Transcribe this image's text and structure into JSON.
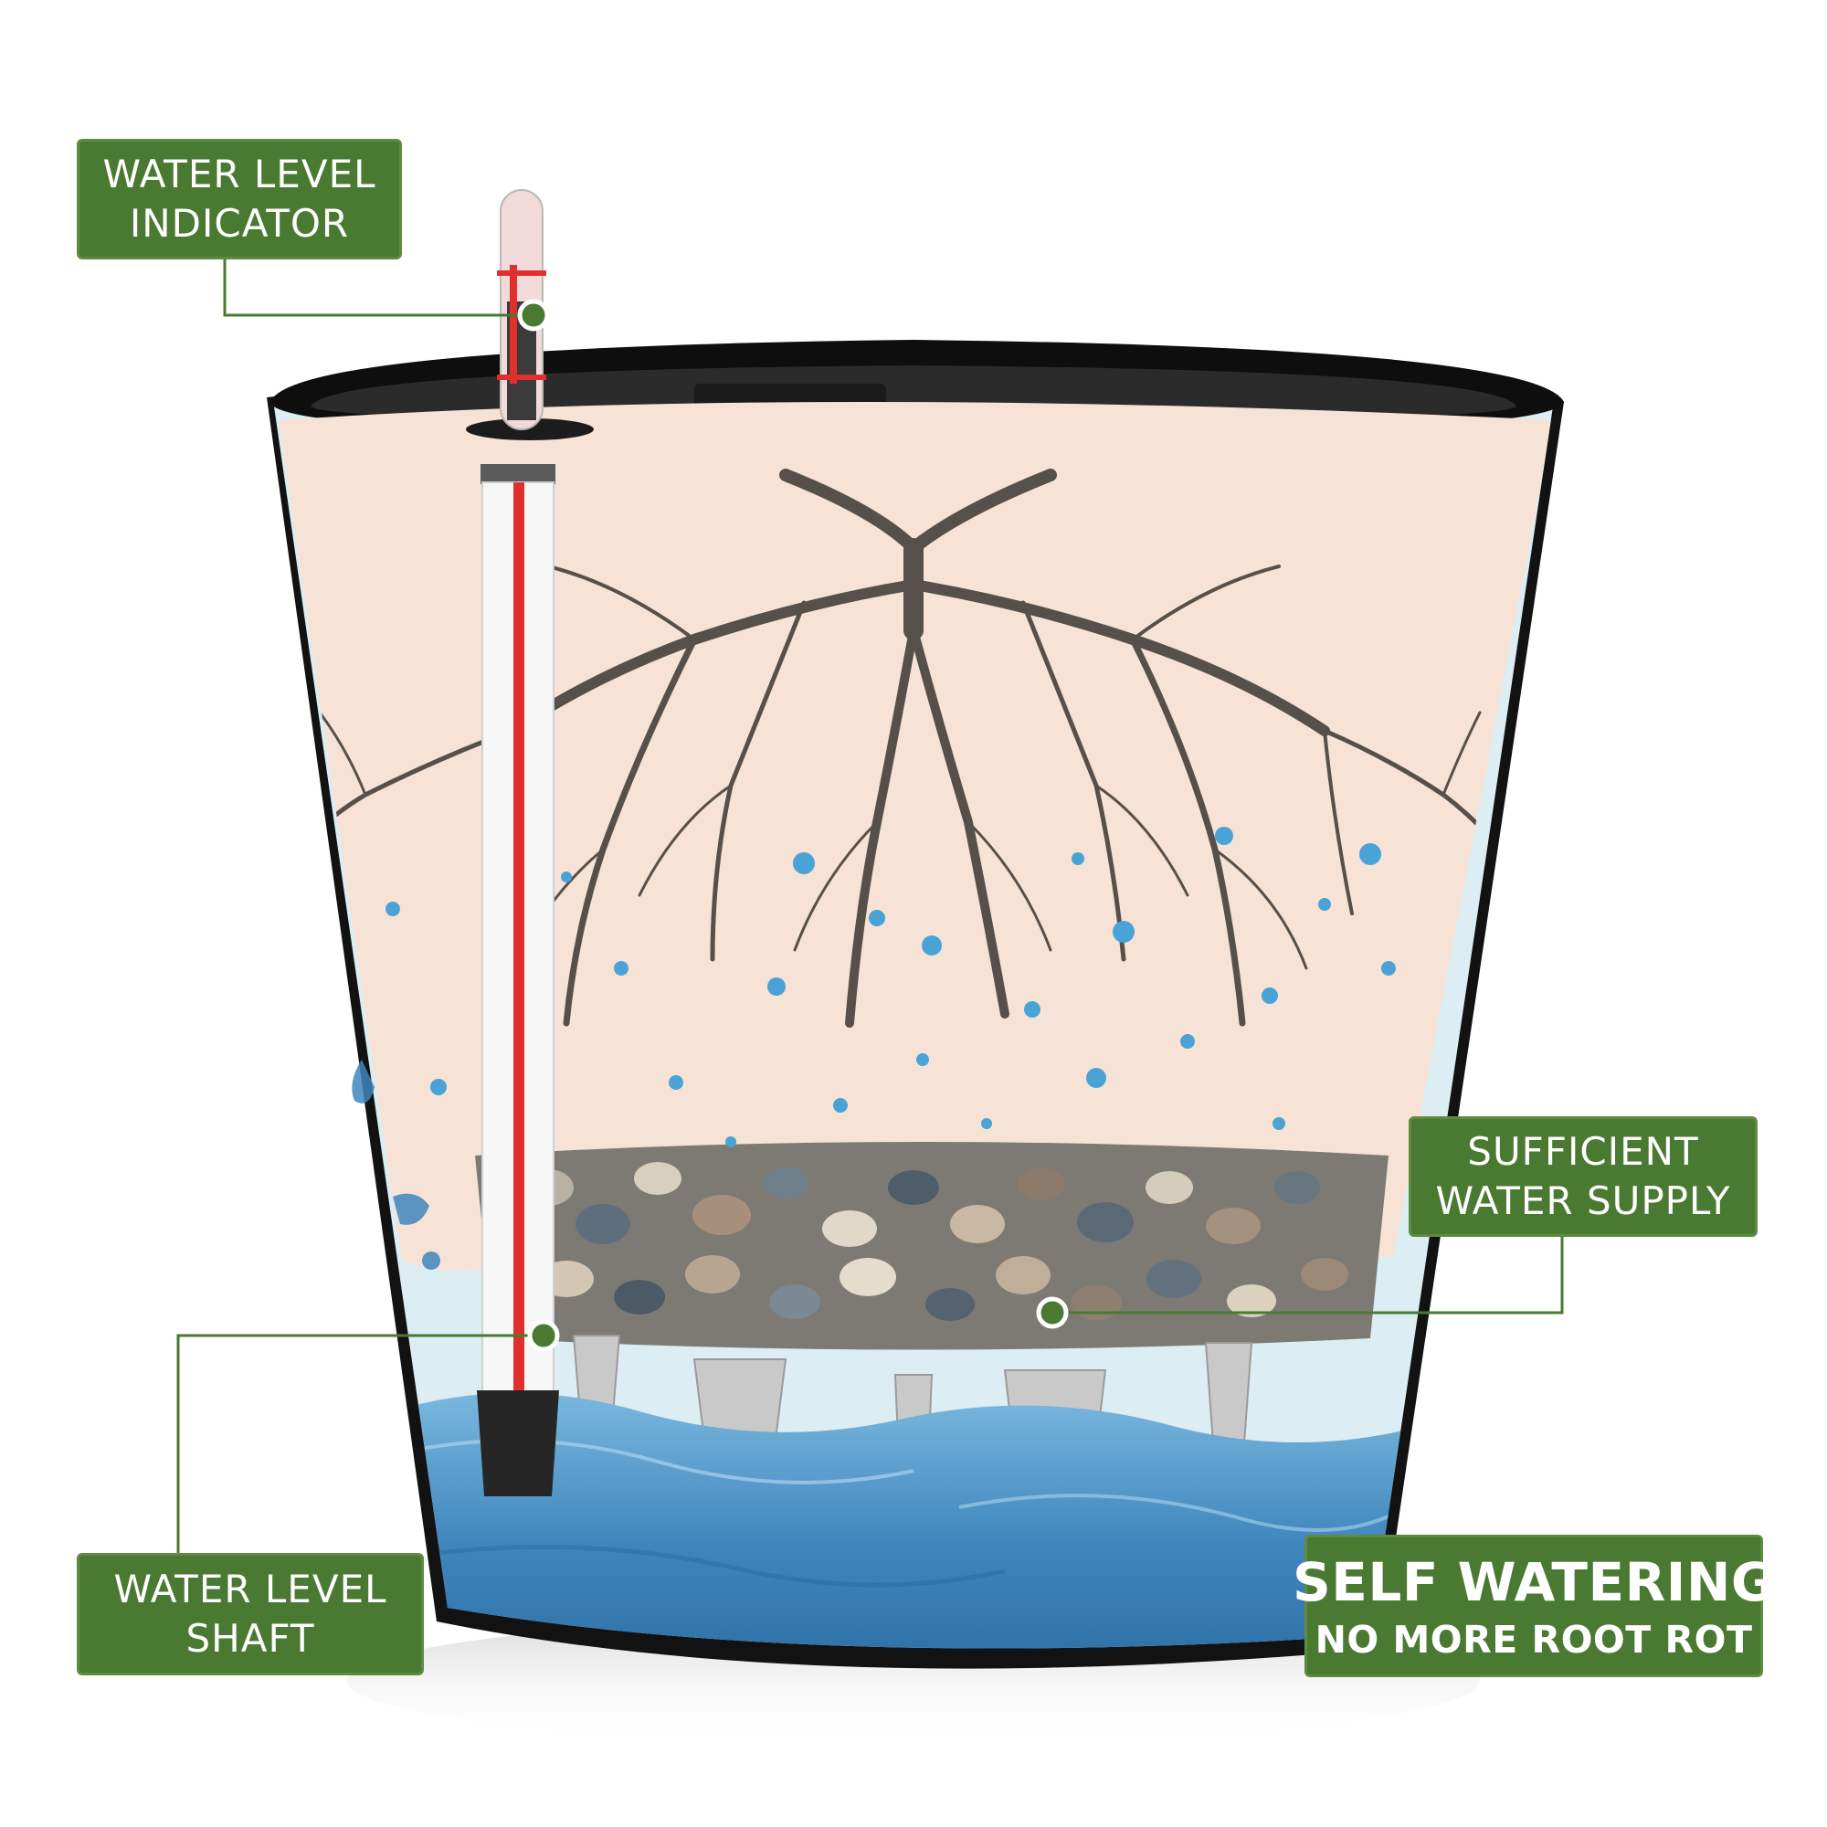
{
  "colors": {
    "label_bg": "#4a7a31",
    "label_border": "#5e8c3f",
    "pot_black": "#141414",
    "soil_peach": "#f6e3d6",
    "root_brown": "#564f4a",
    "water_blue": "#4a8fc0",
    "droplet_blue": "#4aa3d6",
    "shaft_red": "#e0302e",
    "reservoir_tint": "#d9ecf2"
  },
  "icons": [
    "water-droplet-icon",
    "root-system-graphic",
    "pebble-graphic",
    "pointer-dot-icon"
  ],
  "labels": {
    "water_level_indicator": {
      "line1": "WATER LEVEL",
      "line2": "INDICATOR"
    },
    "sufficient_water_supply": {
      "line1": "SUFFICIENT",
      "line2": "WATER SUPPLY"
    },
    "water_level_shaft": {
      "line1": "WATER LEVEL",
      "line2": "SHAFT"
    },
    "headline": {
      "line1": "SELF WATERING",
      "line2": "NO MORE ROOT ROT"
    }
  }
}
